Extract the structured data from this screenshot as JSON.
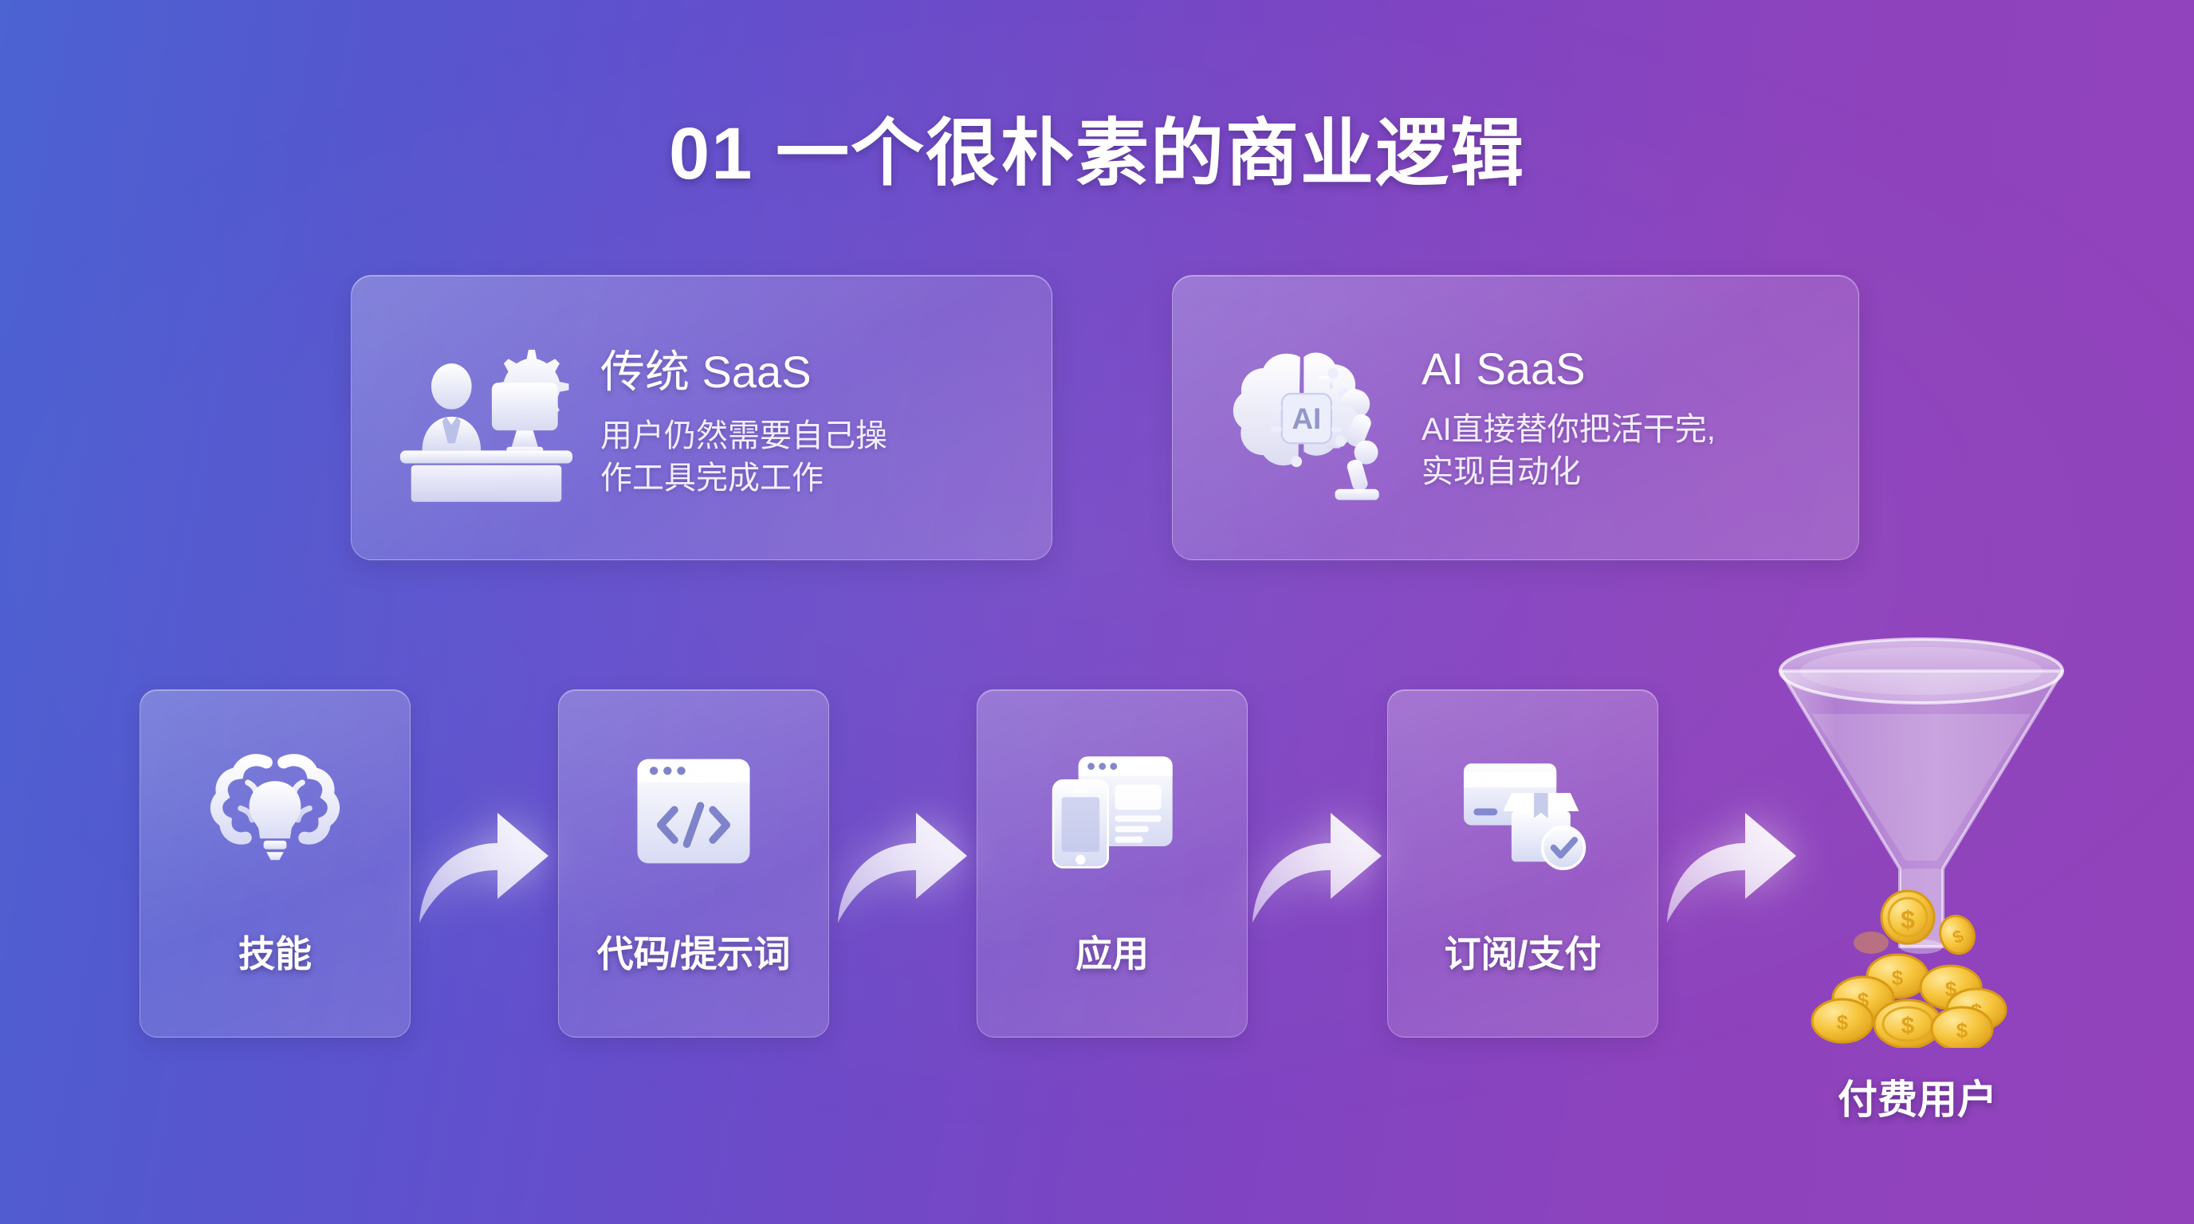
{
  "slide": {
    "title": "01 一个很朴素的商业逻辑",
    "background": {
      "from": "#4c63d2",
      "to": "#9243bb",
      "direction": "left-to-right"
    }
  },
  "comparison_cards": [
    {
      "id": "traditional-saas",
      "icon": "office-worker-desk-gear-icon",
      "title": "传统 SaaS",
      "description_lines": [
        "用户仍然需要自己操",
        "作工具完成工作"
      ],
      "description": "用户仍然需要自己操作工具完成工作"
    },
    {
      "id": "ai-saas",
      "icon": "ai-brain-robot-arm-icon",
      "icon_badge_text": "AI",
      "title": "AI SaaS",
      "description_lines": [
        "AI直接替你把活干完,",
        "实现自动化"
      ],
      "description": "AI直接替你把活干完,实现自动化"
    }
  ],
  "flow": {
    "steps": [
      {
        "id": "skill",
        "label": "技能",
        "icon": "brain-lightbulb-icon"
      },
      {
        "id": "code-prompt",
        "label": "代码/提示词",
        "icon": "code-window-icon"
      },
      {
        "id": "application",
        "label": "应用",
        "icon": "phone-browser-icon"
      },
      {
        "id": "subscription",
        "label": "订阅/支付",
        "icon": "credit-card-box-check-icon"
      }
    ],
    "connector_icon": "curved-arrow-right-icon",
    "connector_count": 4,
    "outcome": {
      "id": "paying-users",
      "label": "付费用户",
      "icons": [
        "funnel-icon",
        "gold-coins-icon"
      ]
    }
  },
  "colors": {
    "text_primary": "#ffffff",
    "text_secondary": "#f3eeff",
    "glass_fill": "rgba(255,255,255,0.20)",
    "glass_border": "rgba(255,255,255,0.34)",
    "coin_gold": "#f5c33b",
    "coin_gold_dark": "#e0a21c"
  }
}
